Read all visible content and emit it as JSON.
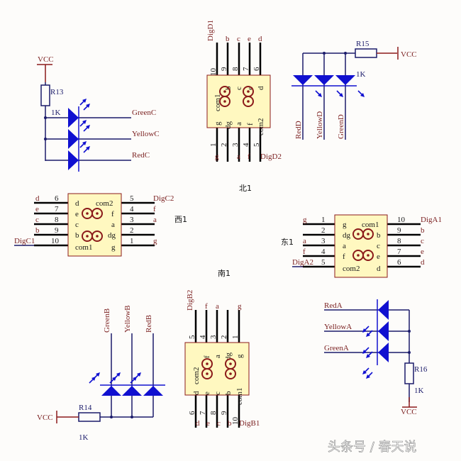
{
  "colors": {
    "wire": "#1b1b6b",
    "led": "#1010d0",
    "pin": "#000000",
    "net_label": "#7a1f1f",
    "power": "#8b1a1a",
    "chip_fill": "#fff8c0",
    "chip_border": "#8b1a1a"
  },
  "watermark": "头条号 / 春天说",
  "displays": {
    "north": {
      "designator": "北1",
      "top_pins": [
        "10",
        "9",
        "8",
        "7",
        "6"
      ],
      "top_nets": [
        "DigD1",
        "b",
        "c",
        "e",
        "d"
      ],
      "bottom_pins": [
        "1",
        "2",
        "3",
        "4",
        "5"
      ],
      "bottom_nets": [
        "g",
        "",
        "a",
        "f",
        "DigD2"
      ],
      "inner_top": [
        "com1",
        "b",
        "c",
        "e",
        "d"
      ],
      "inner_bottom": [
        "g",
        "dg",
        "a",
        "f",
        "com2"
      ]
    },
    "west": {
      "designator": "西1",
      "left_pins": [
        "6",
        "7",
        "8",
        "9",
        "10"
      ],
      "left_nets": [
        "d",
        "e",
        "c",
        "b",
        "DigC1"
      ],
      "right_pins": [
        "5",
        "4",
        "3",
        "2",
        "1"
      ],
      "right_nets": [
        "DigC2",
        "f",
        "a",
        "",
        "g"
      ],
      "inner_left": [
        "d",
        "e",
        "c",
        "b",
        "com1"
      ],
      "inner_right": [
        "com2",
        "f",
        "a",
        "dg",
        "g"
      ]
    },
    "east": {
      "designator": "东1",
      "left_pins": [
        "1",
        "2",
        "3",
        "4",
        "5"
      ],
      "left_nets": [
        "g",
        "",
        "a",
        "f",
        "DigA2"
      ],
      "right_pins": [
        "10",
        "9",
        "8",
        "7",
        "6"
      ],
      "right_nets": [
        "DigA1",
        "b",
        "c",
        "e",
        "d"
      ],
      "inner_left": [
        "g",
        "dg",
        "a",
        "f",
        "com2"
      ],
      "inner_right": [
        "com1",
        "b",
        "c",
        "e",
        "d"
      ]
    },
    "south": {
      "designator": "南1",
      "top_pins": [
        "5",
        "4",
        "3",
        "2",
        "1"
      ],
      "top_nets": [
        "DigB2",
        "f",
        "a",
        "",
        "g"
      ],
      "bottom_pins": [
        "6",
        "7",
        "8",
        "9",
        "10"
      ],
      "bottom_nets": [
        "d",
        "e",
        "c",
        "b",
        "DigB1"
      ],
      "inner_top": [
        "com2",
        "f",
        "a",
        "dg",
        "g"
      ],
      "inner_bottom": [
        "d",
        "e",
        "c",
        "b",
        "com1"
      ]
    }
  },
  "led_groups": {
    "C": {
      "power": "VCC",
      "resistor": "R13",
      "value": "1K",
      "nets": [
        "GreenC",
        "YellowC",
        "RedC"
      ]
    },
    "D": {
      "power": "VCC",
      "resistor": "R15",
      "value": "1K",
      "nets": [
        "RedD",
        "YellowD",
        "GreenD"
      ]
    },
    "B": {
      "power": "VCC",
      "resistor": "R14",
      "value": "1K",
      "nets": [
        "GreenB",
        "YellowB",
        "RedB"
      ]
    },
    "A": {
      "power": "VCC",
      "resistor": "R16",
      "value": "1K",
      "nets": [
        "RedA",
        "YellowA",
        "GreenA"
      ]
    }
  }
}
